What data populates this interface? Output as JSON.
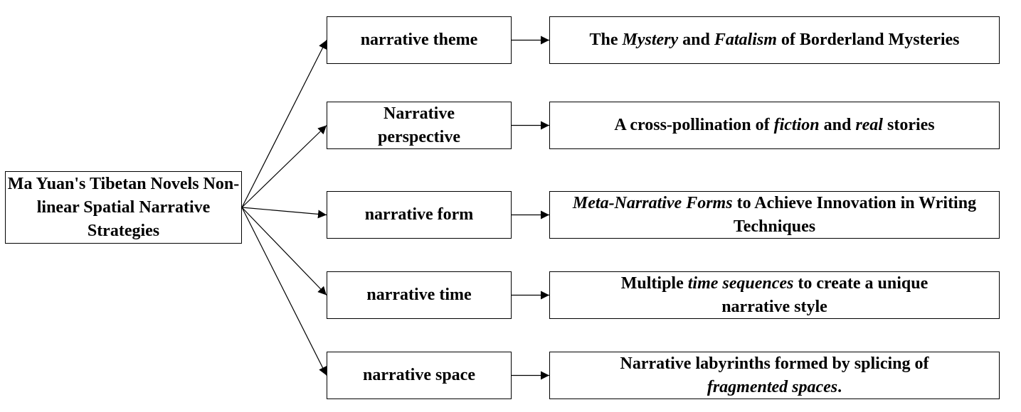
{
  "root": {
    "label": "Ma Yuan's Tibetan Novels Non-linear Spatial Narrative Strategies"
  },
  "rows": [
    {
      "category": "narrative theme",
      "description": [
        {
          "t": "The ",
          "i": false
        },
        {
          "t": "Mystery",
          "i": true
        },
        {
          "t": " and ",
          "i": false
        },
        {
          "t": "Fatalism",
          "i": true
        },
        {
          "t": " of Borderland Mysteries",
          "i": false
        }
      ]
    },
    {
      "category": "Narrative perspective",
      "description": [
        {
          "t": "A cross-pollination of ",
          "i": false
        },
        {
          "t": "fiction",
          "i": true
        },
        {
          "t": " and ",
          "i": false
        },
        {
          "t": "real",
          "i": true
        },
        {
          "t": " stories",
          "i": false
        }
      ]
    },
    {
      "category": "narrative form",
      "description": [
        {
          "t": "Meta-Narrative Forms",
          "i": true
        },
        {
          "t": " to Achieve Innovation in Writing Techniques",
          "i": false
        }
      ]
    },
    {
      "category": "narrative time",
      "description": [
        {
          "t": "Multiple ",
          "i": false
        },
        {
          "t": "time sequences",
          "i": true
        },
        {
          "t": " to create a unique narrative style",
          "i": false
        }
      ]
    },
    {
      "category": "narrative space",
      "description": [
        {
          "t": "Narrative labyrinths formed by splicing of ",
          "i": false
        },
        {
          "t": "fragmented spaces",
          "i": true
        },
        {
          "t": ".",
          "i": false
        }
      ]
    }
  ]
}
